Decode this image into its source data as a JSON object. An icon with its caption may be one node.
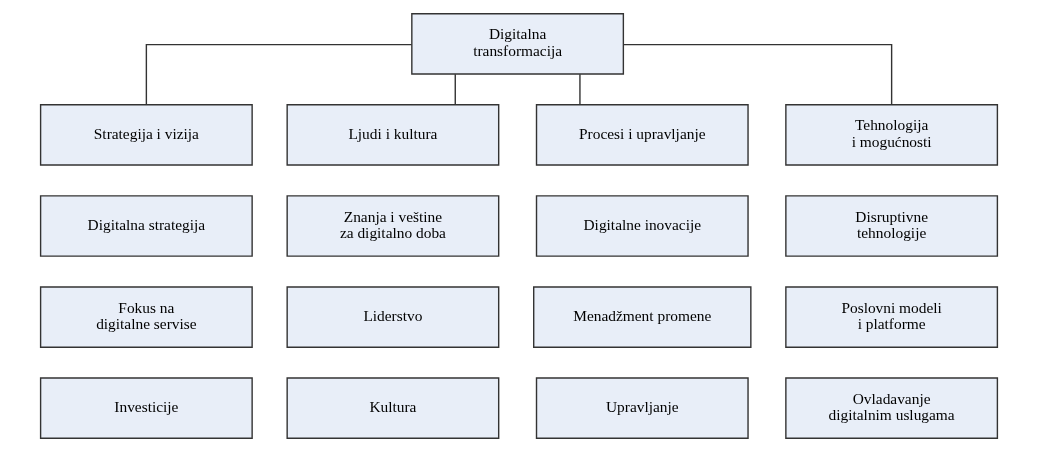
{
  "diagram": {
    "nodes": [
      {
        "text": [
          "Digitalna transformacija"
        ]
      },
      {
        "text": [
          "Strategija i vizija"
        ]
      },
      {
        "text": [
          "Ljudi i kultura"
        ]
      },
      {
        "text": [
          "Procesi i upravljanje"
        ]
      },
      {
        "text": [
          "Tehnologija i mogućnosti"
        ]
      },
      {
        "text": [
          "Digitalna strategija"
        ]
      },
      {
        "text": [
          "Znanja i veštine za digitalno doba"
        ]
      },
      {
        "text": [
          "Digitalne inovacije"
        ]
      },
      {
        "text": [
          "Disruptivne tehnologije"
        ]
      },
      {
        "text": [
          "Fokus na digitalne servise"
        ]
      },
      {
        "text": [
          "Liderstvo"
        ]
      },
      {
        "text": [
          "Menadžment promene"
        ]
      },
      {
        "text": [
          "Poslovni modeli i platforme"
        ]
      },
      {
        "text": [
          "Investicije"
        ]
      },
      {
        "text": [
          "Kultura"
        ]
      },
      {
        "text": [
          "Upravljanje"
        ]
      },
      {
        "text": [
          "Ovladavanje digitalnim uslugama"
        ]
      }
    ],
    "edges": [
      {
        "from": 0,
        "to": 1,
        "arrow": "none"
      },
      {
        "from": 0,
        "to": 2,
        "arrow": "none"
      },
      {
        "from": 0,
        "to": 3,
        "arrow": "none"
      },
      {
        "from": 0,
        "to": 4,
        "arrow": "none"
      }
    ]
  }
}
